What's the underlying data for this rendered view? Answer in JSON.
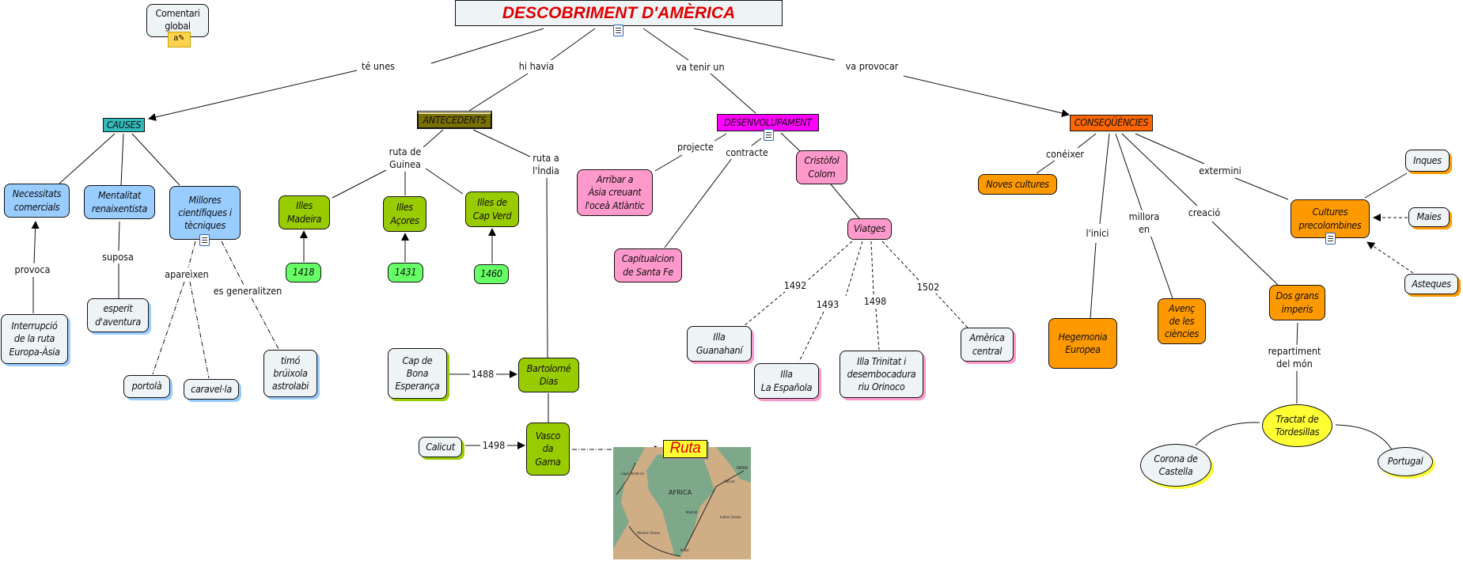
{
  "title": "DESCOBRIMENT D'AMÈRICA",
  "comment": {
    "label": "Comentari\nglobal",
    "icon": "note-icon"
  },
  "colors": {
    "title": "#e00000",
    "causes": "#33bbbb",
    "antecedents": "#7a7000",
    "desenvolupament": "#ff00ff",
    "consequencies": "#ff6600",
    "blue": "#99ccff",
    "green": "#99cc00",
    "light_green": "#66ff66",
    "pink": "#ff99cc",
    "orange": "#ff9900",
    "yellow": "#ffff33"
  },
  "nodes": {
    "causes": "CAUSES",
    "antecedents": "ANTECEDENTS",
    "desenvolupament": "DESENVOLUPAMENT",
    "consequencies": "CONSEQÜÈNCIES",
    "necessitats": "Necessitats\ncomercials",
    "mentalitat": "Mentalitat\nrenaixentista",
    "millores": "Millores\ncientífiques i\ntècniques",
    "interrupcio": "Interrupció\nde la ruta\nEuropa-Àsia",
    "esperit": "esperit\nd'aventura",
    "portola": "portolà",
    "caravella": "caravel·la",
    "timo": "timó\nbrúixola\nastrolabi",
    "madeira": "Illes\nMadeira",
    "acores": "Illes\nAçores",
    "capverd": "Illes de\nCap Verd",
    "y1418": "1418",
    "y1431": "1431",
    "y1460": "1460",
    "capbona": "Cap de\nBona\nEsperança",
    "bartolome": "Bartolomé\nDias",
    "calicut": "Calicut",
    "vasco": "Vasco\nda\nGama",
    "ruta": "Ruta",
    "arribar": "Arribar a\nÀsia creuant\nl'oceà Atlàntic",
    "capitulacion": "Capitualcion\nde Santa Fe",
    "cristofol": "Cristòfol\nColom",
    "viatges": "Viatges",
    "guanahani": "Illa\nGuanahaní",
    "espanola": "Illa\nLa Española",
    "trinitat": "Illa Trinitat i\ndesembocadura\nriu Orinoco",
    "america_central": "Amèrica\ncentral",
    "noves_cultures": "Noves cultures",
    "hegemonia": "Hegemonia\nEuropea",
    "avenc": "Avenç\nde les\nciències",
    "dos_grans": "Dos grans\nimperis",
    "cultures": "Cultures\nprecolombines",
    "inques": "Inques",
    "maies": "Maies",
    "asteques": "Asteques",
    "tractat": "Tractat de\nTordesillas",
    "corona": "Corona de\nCastella",
    "portugal": "Portugal"
  },
  "links": {
    "te_unes": "té unes",
    "hi_havia": "hi havia",
    "va_tenir_un": "va tenir un",
    "va_provocar": "va provocar",
    "provoca": "provoca",
    "suposa": "suposa",
    "apareixen": "apareìxen",
    "es_generalitzen": "es generalitzen",
    "ruta_guinea": "ruta de\nGuinea",
    "ruta_india": "ruta a\nl'Índia",
    "l1488": "1488",
    "l1498": "1498",
    "projecte": "projecte",
    "contracte": "contracte",
    "v1492": "1492",
    "v1493": "1493",
    "v1498": "1498",
    "v1502": "1502",
    "coneixer": "conéixer",
    "linici": "l'inici",
    "millora_en": "millora\nen",
    "creacio": "creació",
    "extermini": "extermini",
    "repartiment": "repartiment\ndel món"
  },
  "map": {
    "labels": [
      "AFRICA",
      "Cape Verde Isl.",
      "Atlantic Ocean",
      "Indian Ocean",
      "Malindi",
      "Natal",
      "INDIA",
      "Calicut"
    ]
  }
}
